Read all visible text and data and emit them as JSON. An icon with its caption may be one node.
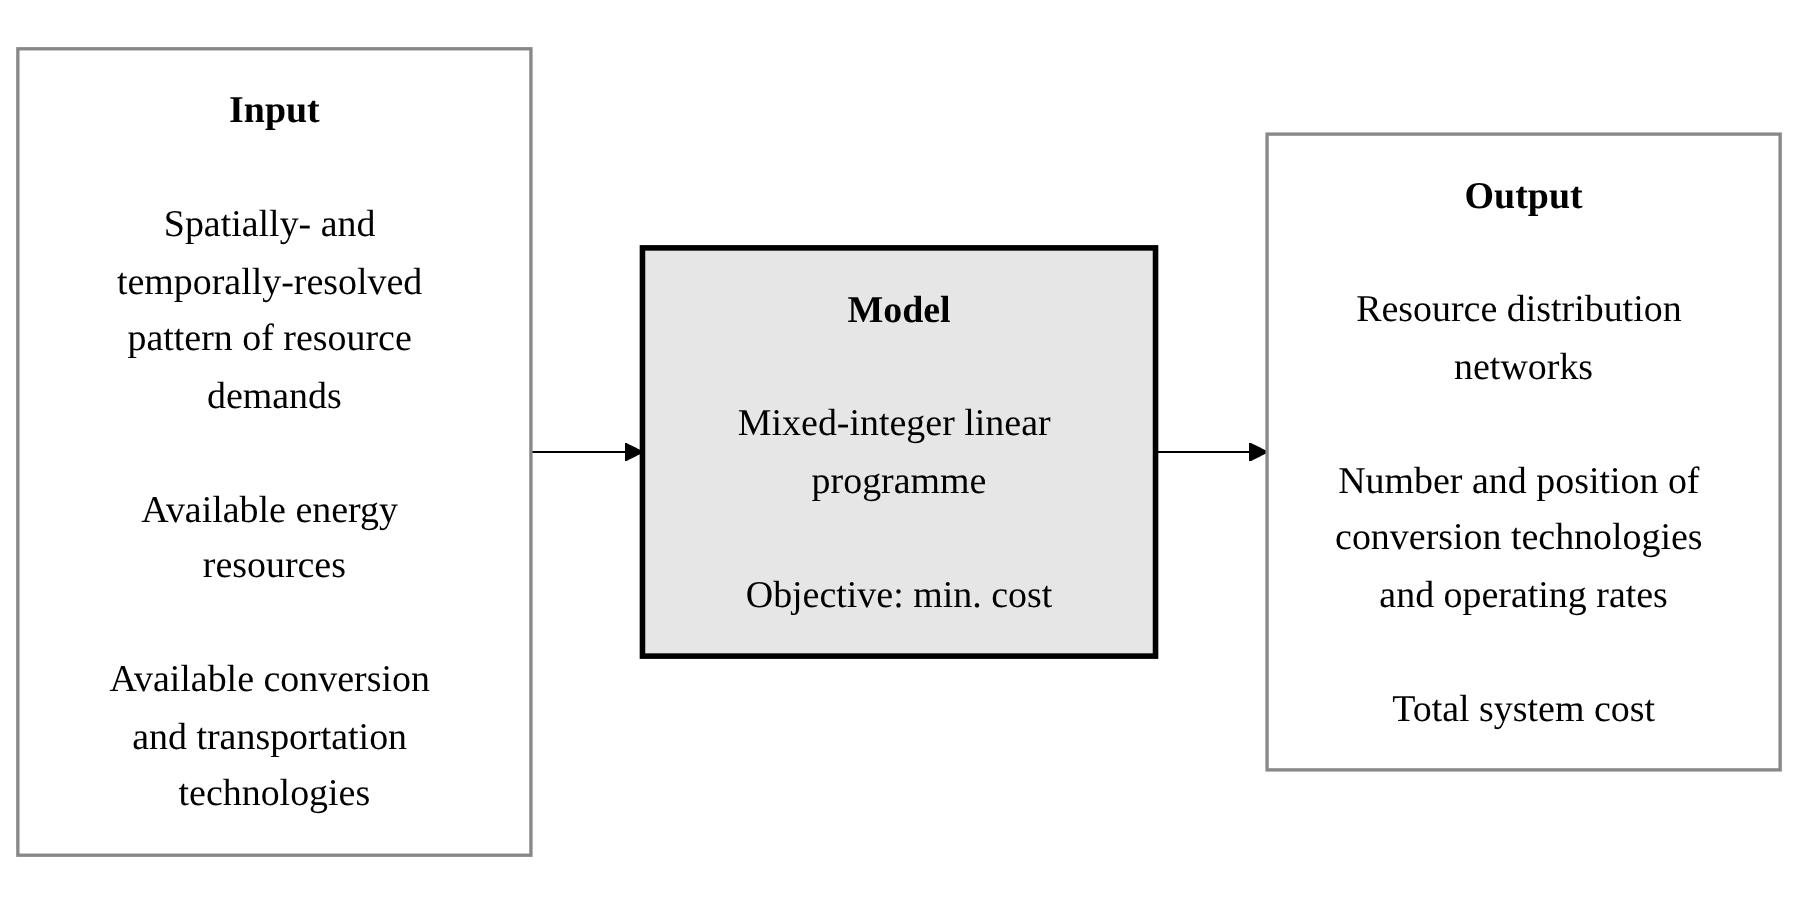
{
  "diagram": {
    "nodes": [
      {
        "text": [
          "Input",
          "Spatially- and temporally-resolved pattern of resource demands",
          "Available energy resources",
          "Available conversion and transportation technologies"
        ]
      },
      {
        "text": [
          "Model",
          "Mixed-integer linear programme",
          "Objective: min. cost"
        ]
      },
      {
        "text": [
          "Output",
          "Resource distribution networks",
          "Number and position of conversion technologies and operating rates",
          "Total system cost"
        ]
      }
    ],
    "edges": [
      {
        "from": 0,
        "to": 1,
        "arrow": "to"
      },
      {
        "from": 1,
        "to": 2,
        "arrow": "to"
      }
    ]
  }
}
